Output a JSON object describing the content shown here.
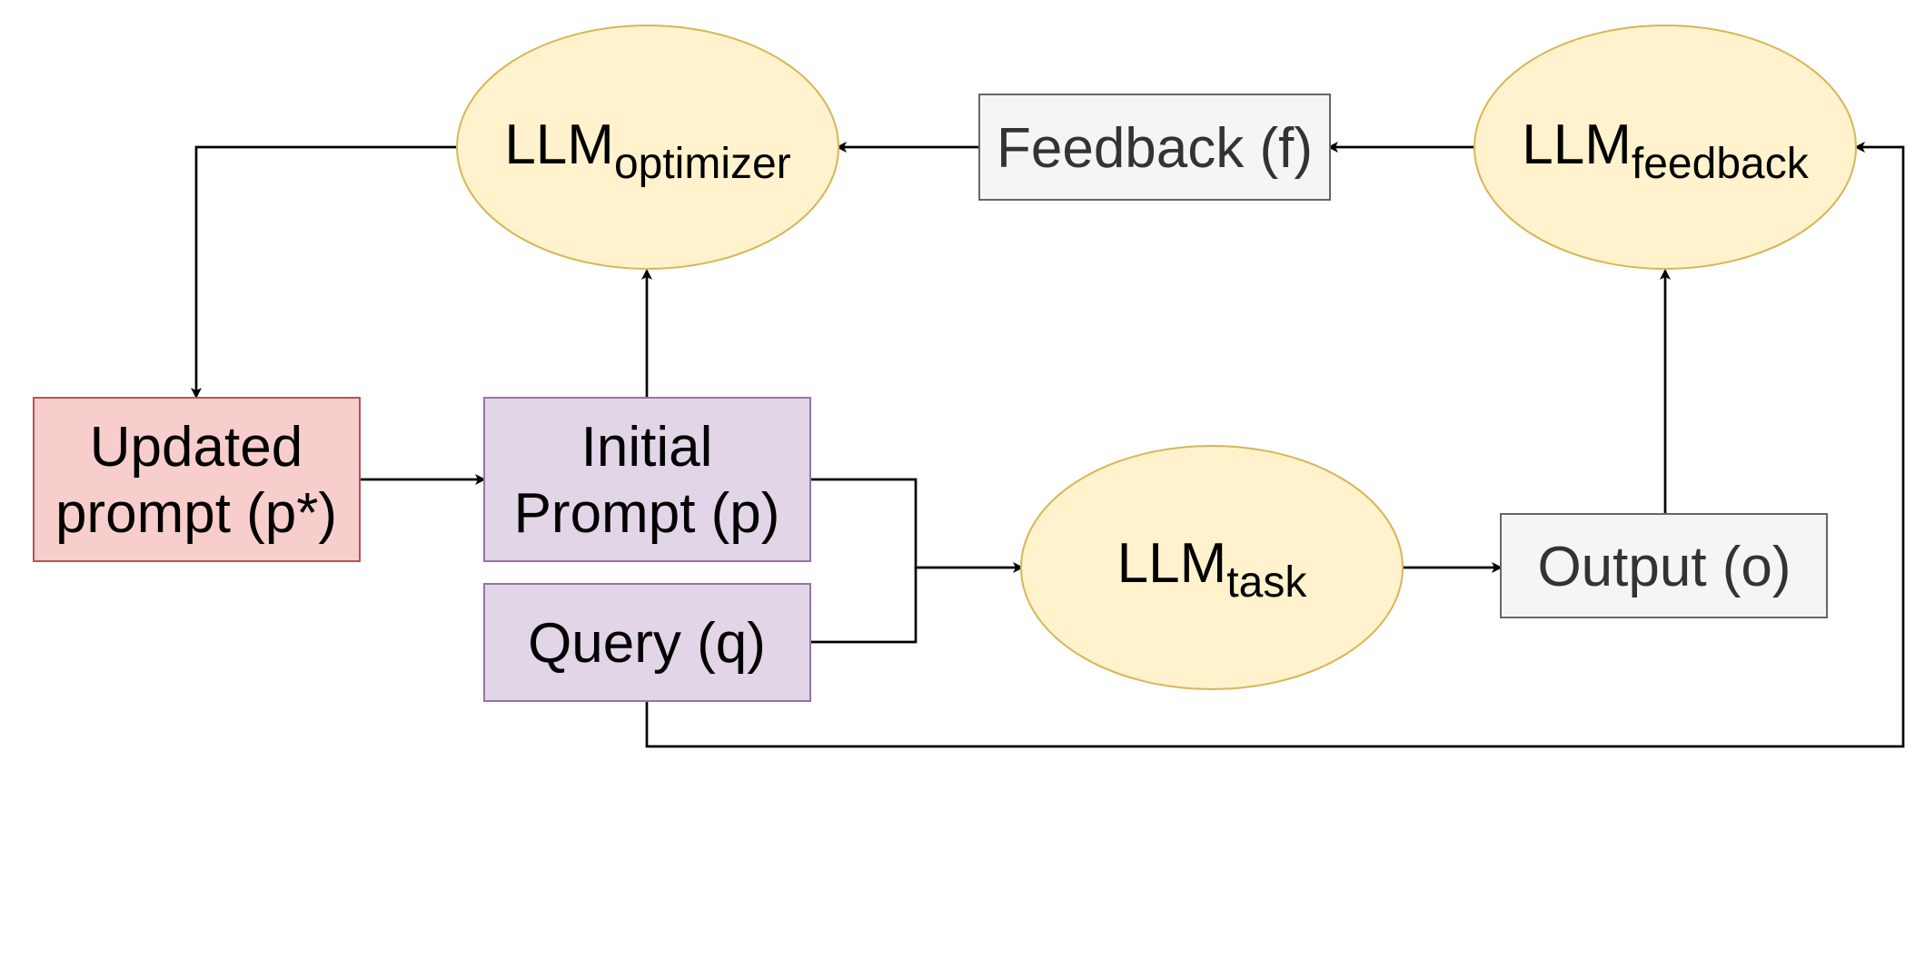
{
  "diagram": {
    "nodes": {
      "llm_optimizer": {
        "base": "LLM",
        "sub": "optimizer"
      },
      "feedback": {
        "label": "Feedback (f)"
      },
      "llm_feedback": {
        "base": "LLM",
        "sub": "feedback"
      },
      "updated_prompt": {
        "line1": "Updated",
        "line2": "prompt (p*)"
      },
      "initial_prompt": {
        "line1": "Initial",
        "line2": "Prompt (p)"
      },
      "query": {
        "label": "Query (q)"
      },
      "llm_task": {
        "base": "LLM",
        "sub": "task"
      },
      "output": {
        "label": "Output (o)"
      }
    },
    "colors": {
      "ellipse_fill": "#fff2cc",
      "ellipse_stroke": "#d6b656",
      "grey_fill": "#f5f5f5",
      "grey_stroke": "#666666",
      "red_fill": "#f8cecc",
      "red_stroke": "#b85450",
      "purple_fill": "#e1d5e7",
      "purple_stroke": "#9673a6",
      "edge": "#000000"
    },
    "edges": [
      {
        "from": "llm_feedback",
        "to": "feedback"
      },
      {
        "from": "feedback",
        "to": "llm_optimizer"
      },
      {
        "from": "llm_optimizer",
        "to": "updated_prompt"
      },
      {
        "from": "updated_prompt",
        "to": "initial_prompt"
      },
      {
        "from": "initial_prompt",
        "to": "llm_optimizer"
      },
      {
        "from": "initial_prompt",
        "to": "llm_task"
      },
      {
        "from": "query",
        "to": "llm_task"
      },
      {
        "from": "llm_task",
        "to": "output"
      },
      {
        "from": "output",
        "to": "llm_feedback"
      },
      {
        "from": "query",
        "to": "llm_feedback"
      }
    ]
  }
}
